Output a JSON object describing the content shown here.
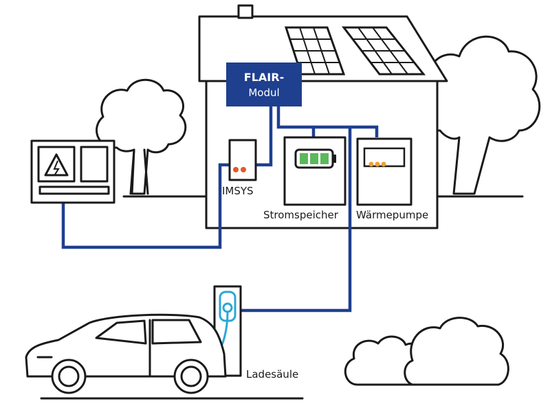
{
  "diagram": {
    "module": {
      "line1": "FLAIR-",
      "line2": "Modul",
      "color": "#1f3f8f"
    },
    "labels": {
      "imsys": "IMSYS",
      "storage": "Stromspeicher",
      "heatpump": "Wärmepumpe",
      "charger": "Ladesäule"
    },
    "icons": {
      "grid": "high-voltage-icon",
      "battery": "battery-icon",
      "car": "car-icon",
      "solar": "solar-panel-icon"
    },
    "colors": {
      "wire": "#1f3f8f",
      "charge_cable": "#2aa7d6",
      "battery_fill": "#5cb85c",
      "indicator_red": "#e05a2b",
      "indicator_orange": "#f0a030",
      "outline": "#1a1a1a"
    }
  }
}
